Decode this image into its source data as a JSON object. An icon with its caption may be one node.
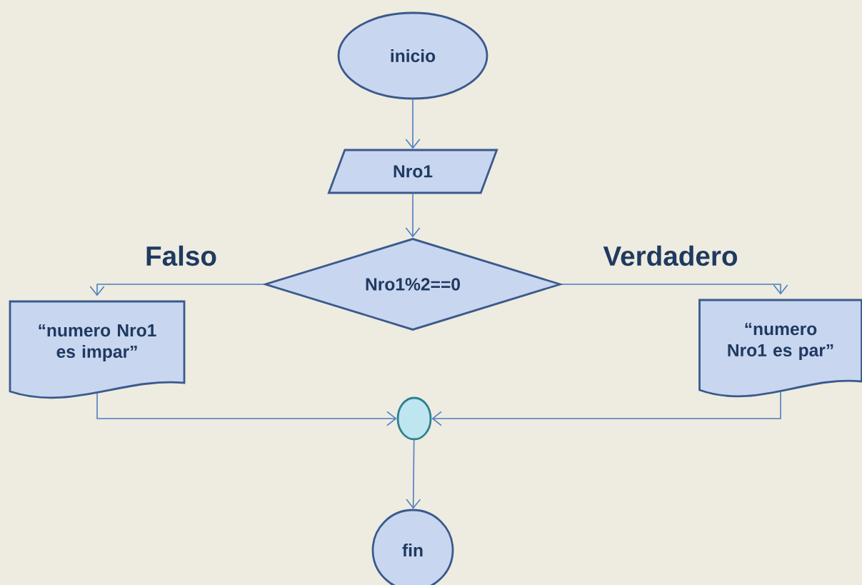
{
  "diagram": {
    "nodes": [
      {
        "text": [
          "inicio"
        ]
      },
      {
        "text": [
          "Nro1"
        ]
      },
      {
        "text": [
          "Nro1%2==0"
        ]
      },
      {
        "text": [
          "“numero Nro1 es impar”"
        ]
      },
      {
        "text": [
          "“numero Nro1 es par”"
        ]
      },
      {
        "text": [],
        "shape": "circle"
      },
      {
        "text": [
          "fin"
        ]
      }
    ],
    "edges": [
      {
        "from": 0,
        "to": 1,
        "arrow": "to"
      },
      {
        "from": 1,
        "to": 2,
        "arrow": "to"
      },
      {
        "from": 2,
        "to": 3,
        "arrow": "to",
        "label": "Falso"
      },
      {
        "from": 2,
        "to": 4,
        "arrow": "to",
        "label": "Verdadero"
      },
      {
        "from": 3,
        "to": 5,
        "arrow": "to"
      },
      {
        "from": 4,
        "to": 5,
        "arrow": "to"
      },
      {
        "from": 5,
        "to": 6,
        "arrow": "to"
      }
    ]
  }
}
